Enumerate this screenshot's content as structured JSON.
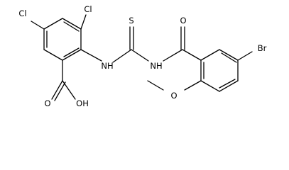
{
  "diagram": {
    "type": "chemical-structure",
    "atom_labels": {
      "cl_top_left": "Cl",
      "cl_top_right": "Cl",
      "acid_oh": "OH",
      "acid_carbonyl_o": "O",
      "thiourea_nh_left": "NH",
      "thiocarbonyl_s": "S",
      "thiourea_nh_right": "NH",
      "amide_carbonyl_o": "O",
      "bromo": "Br",
      "methoxy_o": "O"
    }
  }
}
